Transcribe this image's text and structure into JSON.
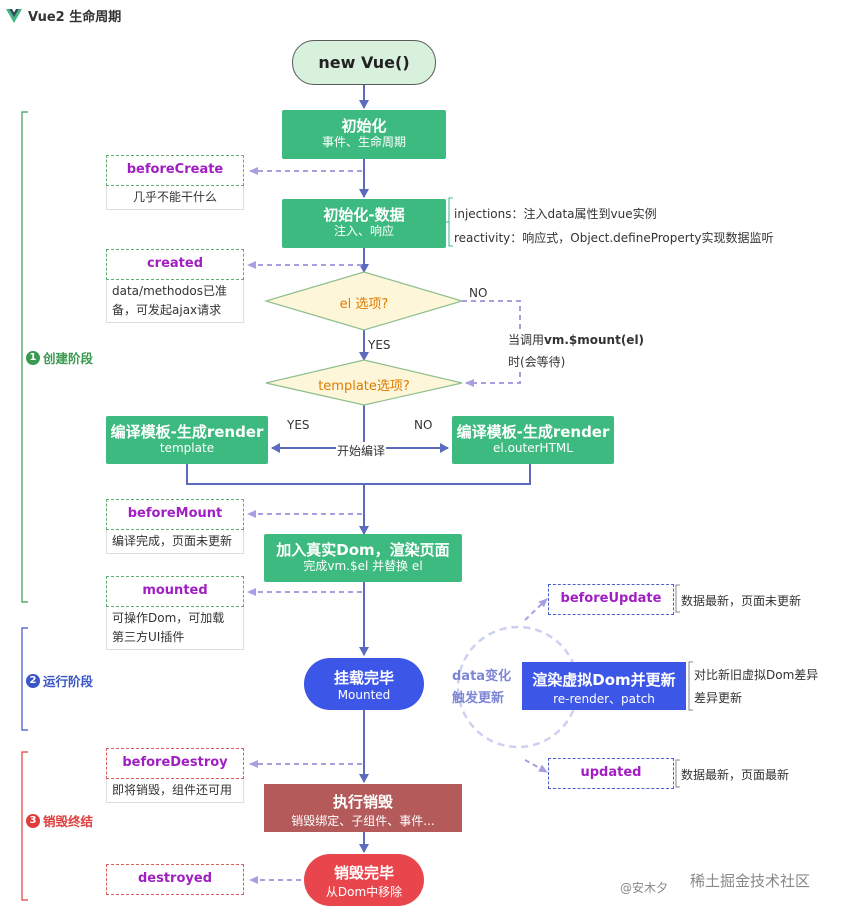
{
  "header": {
    "title": "Vue2 生命周期"
  },
  "phases": [
    {
      "num": "1",
      "label": "创建阶段",
      "color": "#3a9a52"
    },
    {
      "num": "2",
      "label": "运行阶段",
      "color": "#3c56c7"
    },
    {
      "num": "3",
      "label": "销毁终结",
      "color": "#e03c3c"
    }
  ],
  "nodes": {
    "new_vue": "new Vue()",
    "init": {
      "title": "初始化",
      "sub": "事件、生命周期"
    },
    "init_data": {
      "title": "初始化-数据",
      "sub": "注入、响应"
    },
    "el_option": "el 选项?",
    "template_option": "template选项?",
    "compile_template": {
      "title": "编译模板-生成render",
      "sub": "template"
    },
    "compile_outer": {
      "title": "编译模板-生成render",
      "sub": "el.outerHTML"
    },
    "mount_dom": {
      "title": "加入真实Dom，渲染页面",
      "sub": "完成vm.$el 并替换 el"
    },
    "mounted_state": {
      "title": "挂载完毕",
      "sub": "Mounted"
    },
    "rerender": {
      "title": "渲染虚拟Dom并更新",
      "sub": "re-render、patch"
    },
    "destroy_exec": {
      "title": "执行销毁",
      "sub": "销毁绑定、子组件、事件..."
    },
    "destroyed_state": {
      "title": "销毁完毕",
      "sub": "从Dom中移除"
    }
  },
  "hooks": {
    "beforeCreate": {
      "name": "beforeCreate",
      "note": "几乎不能干什么"
    },
    "created": {
      "name": "created",
      "note_1": "data/methodos已准",
      "note_2": "备，可发起ajax请求"
    },
    "beforeMount": {
      "name": "beforeMount",
      "note": "编译完成，页面未更新"
    },
    "mounted": {
      "name": "mounted",
      "note_1": "可操作Dom，可加载",
      "note_2": "第三方UI插件"
    },
    "beforeUpdate": {
      "name": "beforeUpdate",
      "note": "数据最新，页面未更新"
    },
    "updated": {
      "name": "updated",
      "note": "数据最新，页面最新"
    },
    "beforeDestroy": {
      "name": "beforeDestroy",
      "note": "即将销毁，组件还可用"
    },
    "destroyed": {
      "name": "destroyed"
    }
  },
  "side_notes": {
    "injections": "injections：注入data属性到vue实例",
    "reactivity": "reactivity：响应式，Object.defineProperty实现数据监听",
    "mount_call_1a": "当调用",
    "mount_call_1b": "vm.$mount(el)",
    "mount_call_2": "时(会等待)",
    "data_change_1": "data变化",
    "data_change_2": "触发更新",
    "diff_1": "对比新旧虚拟Dom差异",
    "diff_2": "差异更新"
  },
  "edge_labels": {
    "no_1": "NO",
    "yes_1": "YES",
    "yes_2": "YES",
    "no_2": "NO",
    "start_compile": "开始编译"
  },
  "watermark": {
    "text_1": "稀土掘金技术社区",
    "text_2": "@安木夕"
  },
  "colors": {
    "green": "#3dba7f",
    "blue": "#3c56e8",
    "brown": "#b45a5a",
    "red": "#e9454d",
    "hook_text": "#a11fc2",
    "diamond_fill": "#fdf6d8",
    "arrow": "#5b6bbd",
    "dashed_arrow": "#a99ee0"
  }
}
